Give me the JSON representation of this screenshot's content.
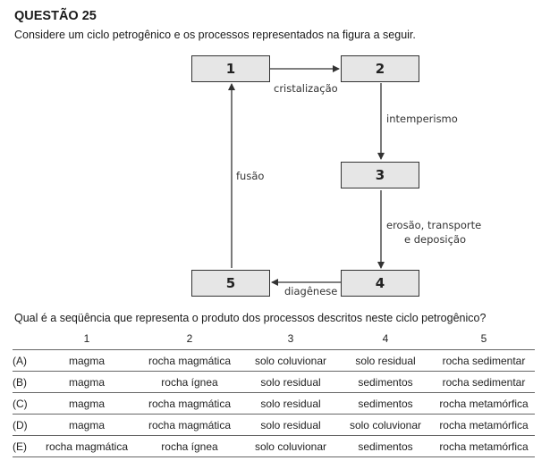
{
  "header": {
    "title": "QUESTÃO 25",
    "subtitle": "Considere um ciclo petrogênico e os processos representados na figura a seguir."
  },
  "diagram": {
    "boxes": [
      "1",
      "2",
      "3",
      "4",
      "5"
    ],
    "processes": {
      "cristalizacao": "cristalização",
      "intemperismo": "intemperismo",
      "erosao_line1": "erosão, transporte",
      "erosao_line2": "e deposição",
      "diagenese": "diagênese",
      "fusao": "fusão"
    }
  },
  "question": "Qual é a seqüência que representa o produto dos processos descritos neste ciclo petrogênico?",
  "table": {
    "headers": [
      "1",
      "2",
      "3",
      "4",
      "5"
    ],
    "rows": [
      {
        "letter": "(A)",
        "cells": [
          "magma",
          "rocha magmática",
          "solo coluvionar",
          "solo residual",
          "rocha sedimentar"
        ]
      },
      {
        "letter": "(B)",
        "cells": [
          "magma",
          "rocha ígnea",
          "solo residual",
          "sedimentos",
          "rocha sedimentar"
        ]
      },
      {
        "letter": "(C)",
        "cells": [
          "magma",
          "rocha magmática",
          "solo residual",
          "sedimentos",
          "rocha metamórfica"
        ]
      },
      {
        "letter": "(D)",
        "cells": [
          "magma",
          "rocha magmática",
          "solo residual",
          "solo coluvionar",
          "rocha metamórfica"
        ]
      },
      {
        "letter": "(E)",
        "cells": [
          "rocha magmática",
          "rocha ígnea",
          "solo coluvionar",
          "sedimentos",
          "rocha metamórfica"
        ]
      }
    ]
  }
}
